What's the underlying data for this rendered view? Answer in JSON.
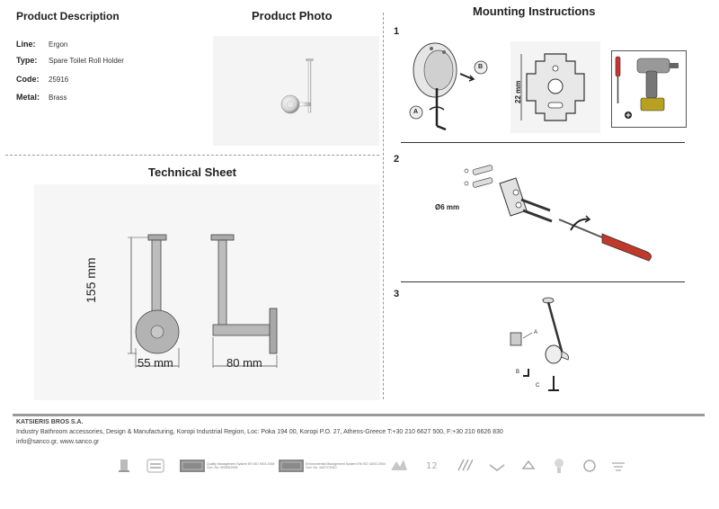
{
  "product_description": {
    "title": "Product Description",
    "line_label": "Line:",
    "line_value": "Ergon",
    "type_label": "Type:",
    "type_value": "Spare Toilet Roll Holder",
    "code_label": "Code:",
    "code_value": "25916",
    "metal_label": "Metal:",
    "metal_value": "Brass"
  },
  "product_photo": {
    "title": "Product Photo"
  },
  "technical_sheet": {
    "title": "Technical Sheet",
    "height_dim": "155 mm",
    "width_dim": "55 mm",
    "depth_dim": "80 mm"
  },
  "mounting": {
    "title": "Mounting Instructions",
    "step1": "1",
    "step2": "2",
    "step3": "3",
    "label_a": "A",
    "label_b": "B",
    "dim_22": "22 mm",
    "dim_6": "Ø6 mm",
    "s3_a": "A",
    "s3_b": "B",
    "s3_c": "C"
  },
  "footer": {
    "company": "KATSIERIS BROS S.A.",
    "address": "Industry Bathroom accessories, Design & Manufacturing, Koropi Industrial Region, Loc: Poka 194 00, Koropi P.O. 27, Athens-Greece   T:+30 210 6627 500, F:+30 210 6626 830",
    "contact": "info@sanco.gr, www.sanco.gr",
    "cert1": "Quality Management System EN ISO 9001:2008",
    "cert1_no": "Cert. No: 9008/5/2008",
    "cert2": "Environmental Management System EN ISO 14001:2004",
    "cert2_no": "Cert. No: 4407/7/2010"
  }
}
